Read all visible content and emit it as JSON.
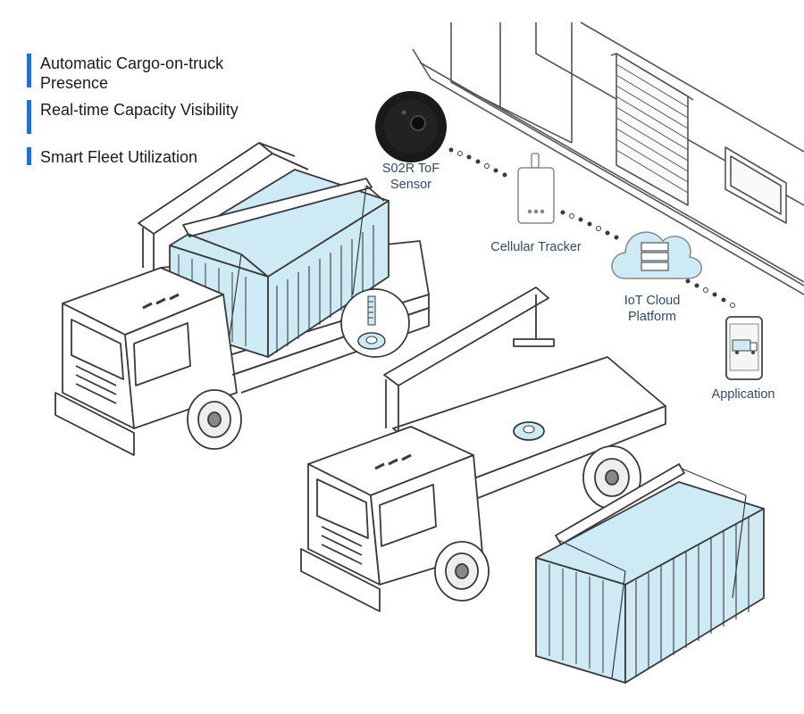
{
  "features": [
    "Automatic Cargo-on-truck Presence",
    "Real-time Capacity Visibility",
    "Smart Fleet Utilization"
  ],
  "labels": {
    "sensor_line1": "S02R ToF",
    "sensor_line2": "Sensor",
    "tracker": "Cellular Tracker",
    "cloud_line1": "IoT Cloud",
    "cloud_line2": "Platform",
    "application": "Application"
  },
  "colors": {
    "accent_bar": "#1f6fd6",
    "container_fill": "#cdeaf5",
    "outline": "#3a3a3a",
    "label_text": "#344a66"
  }
}
